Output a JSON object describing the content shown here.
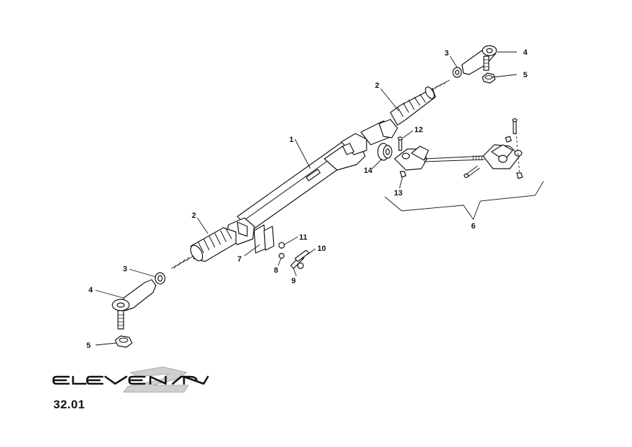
{
  "brand": {
    "logo_text": "ELEVEN"
  },
  "page_number": "32.01",
  "callouts": {
    "c1": "1",
    "c2a": "2",
    "c2b": "2",
    "c3a": "3",
    "c3b": "3",
    "c4a": "4",
    "c4b": "4",
    "c5a": "5",
    "c5b": "5",
    "c6": "6",
    "c7": "7",
    "c8": "8",
    "c9": "9",
    "c10": "10",
    "c11": "11",
    "c12": "12",
    "c13": "13",
    "c14": "14"
  }
}
